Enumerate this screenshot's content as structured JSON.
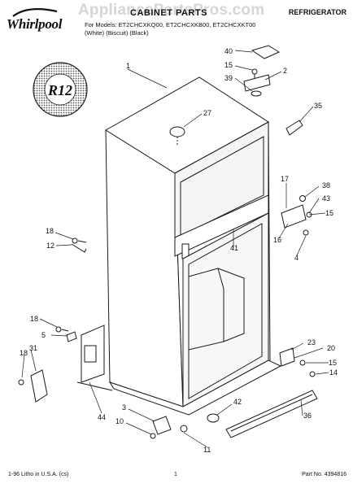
{
  "header": {
    "brand": "Whirlpool",
    "watermark": "AppliancePartsPros.com",
    "title": "CABINET PARTS",
    "category": "REFRIGERATOR",
    "model_line": "For Models: ET2CHCXKQ00, ET2CHCXKB00, ET2CHCXKT00",
    "colors_line": "(White)          (Biscuit)          (Black)"
  },
  "badge": {
    "text": "R12"
  },
  "callouts": {
    "c1": "1",
    "c2": "2",
    "c3": "3",
    "c4": "4",
    "c5": "5",
    "c10": "10",
    "c11": "11",
    "c12": "12",
    "c14": "14",
    "c15a": "15",
    "c15b": "15",
    "c15c": "15",
    "c16": "16",
    "c17": "17",
    "c18a": "18",
    "c18b": "18",
    "c18c": "18",
    "c20": "20",
    "c23": "23",
    "c27": "27",
    "c31": "31",
    "c35": "35",
    "c36": "36",
    "c38": "38",
    "c39": "39",
    "c40": "40",
    "c41": "41",
    "c42": "42",
    "c43": "43",
    "c44": "44"
  },
  "footer": {
    "litho": "1-96 Litho in U.S.A. (cs)",
    "page": "1",
    "part_no": "Part No. 4394816"
  }
}
